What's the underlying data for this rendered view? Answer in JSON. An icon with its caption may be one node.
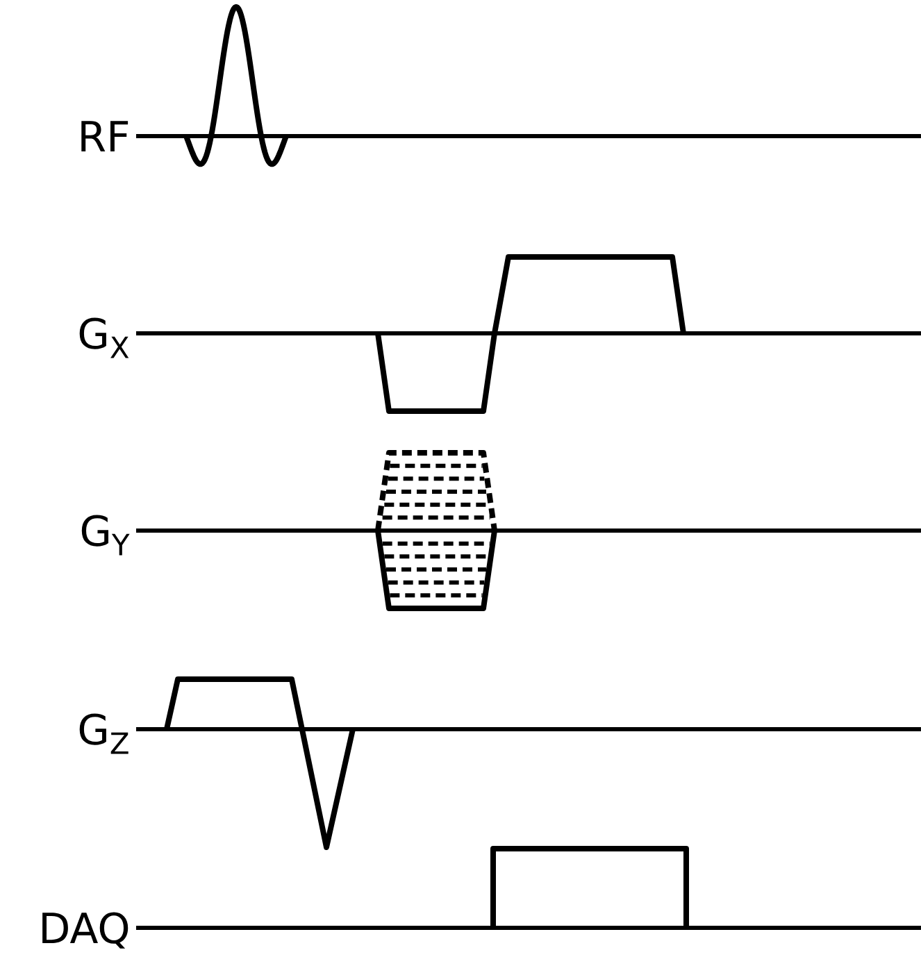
{
  "diagram": {
    "labels": [
      "RF",
      "G$_{X}$",
      "G$_{Y}$",
      "G$_{Z}$",
      "DAQ"
    ]
  }
}
